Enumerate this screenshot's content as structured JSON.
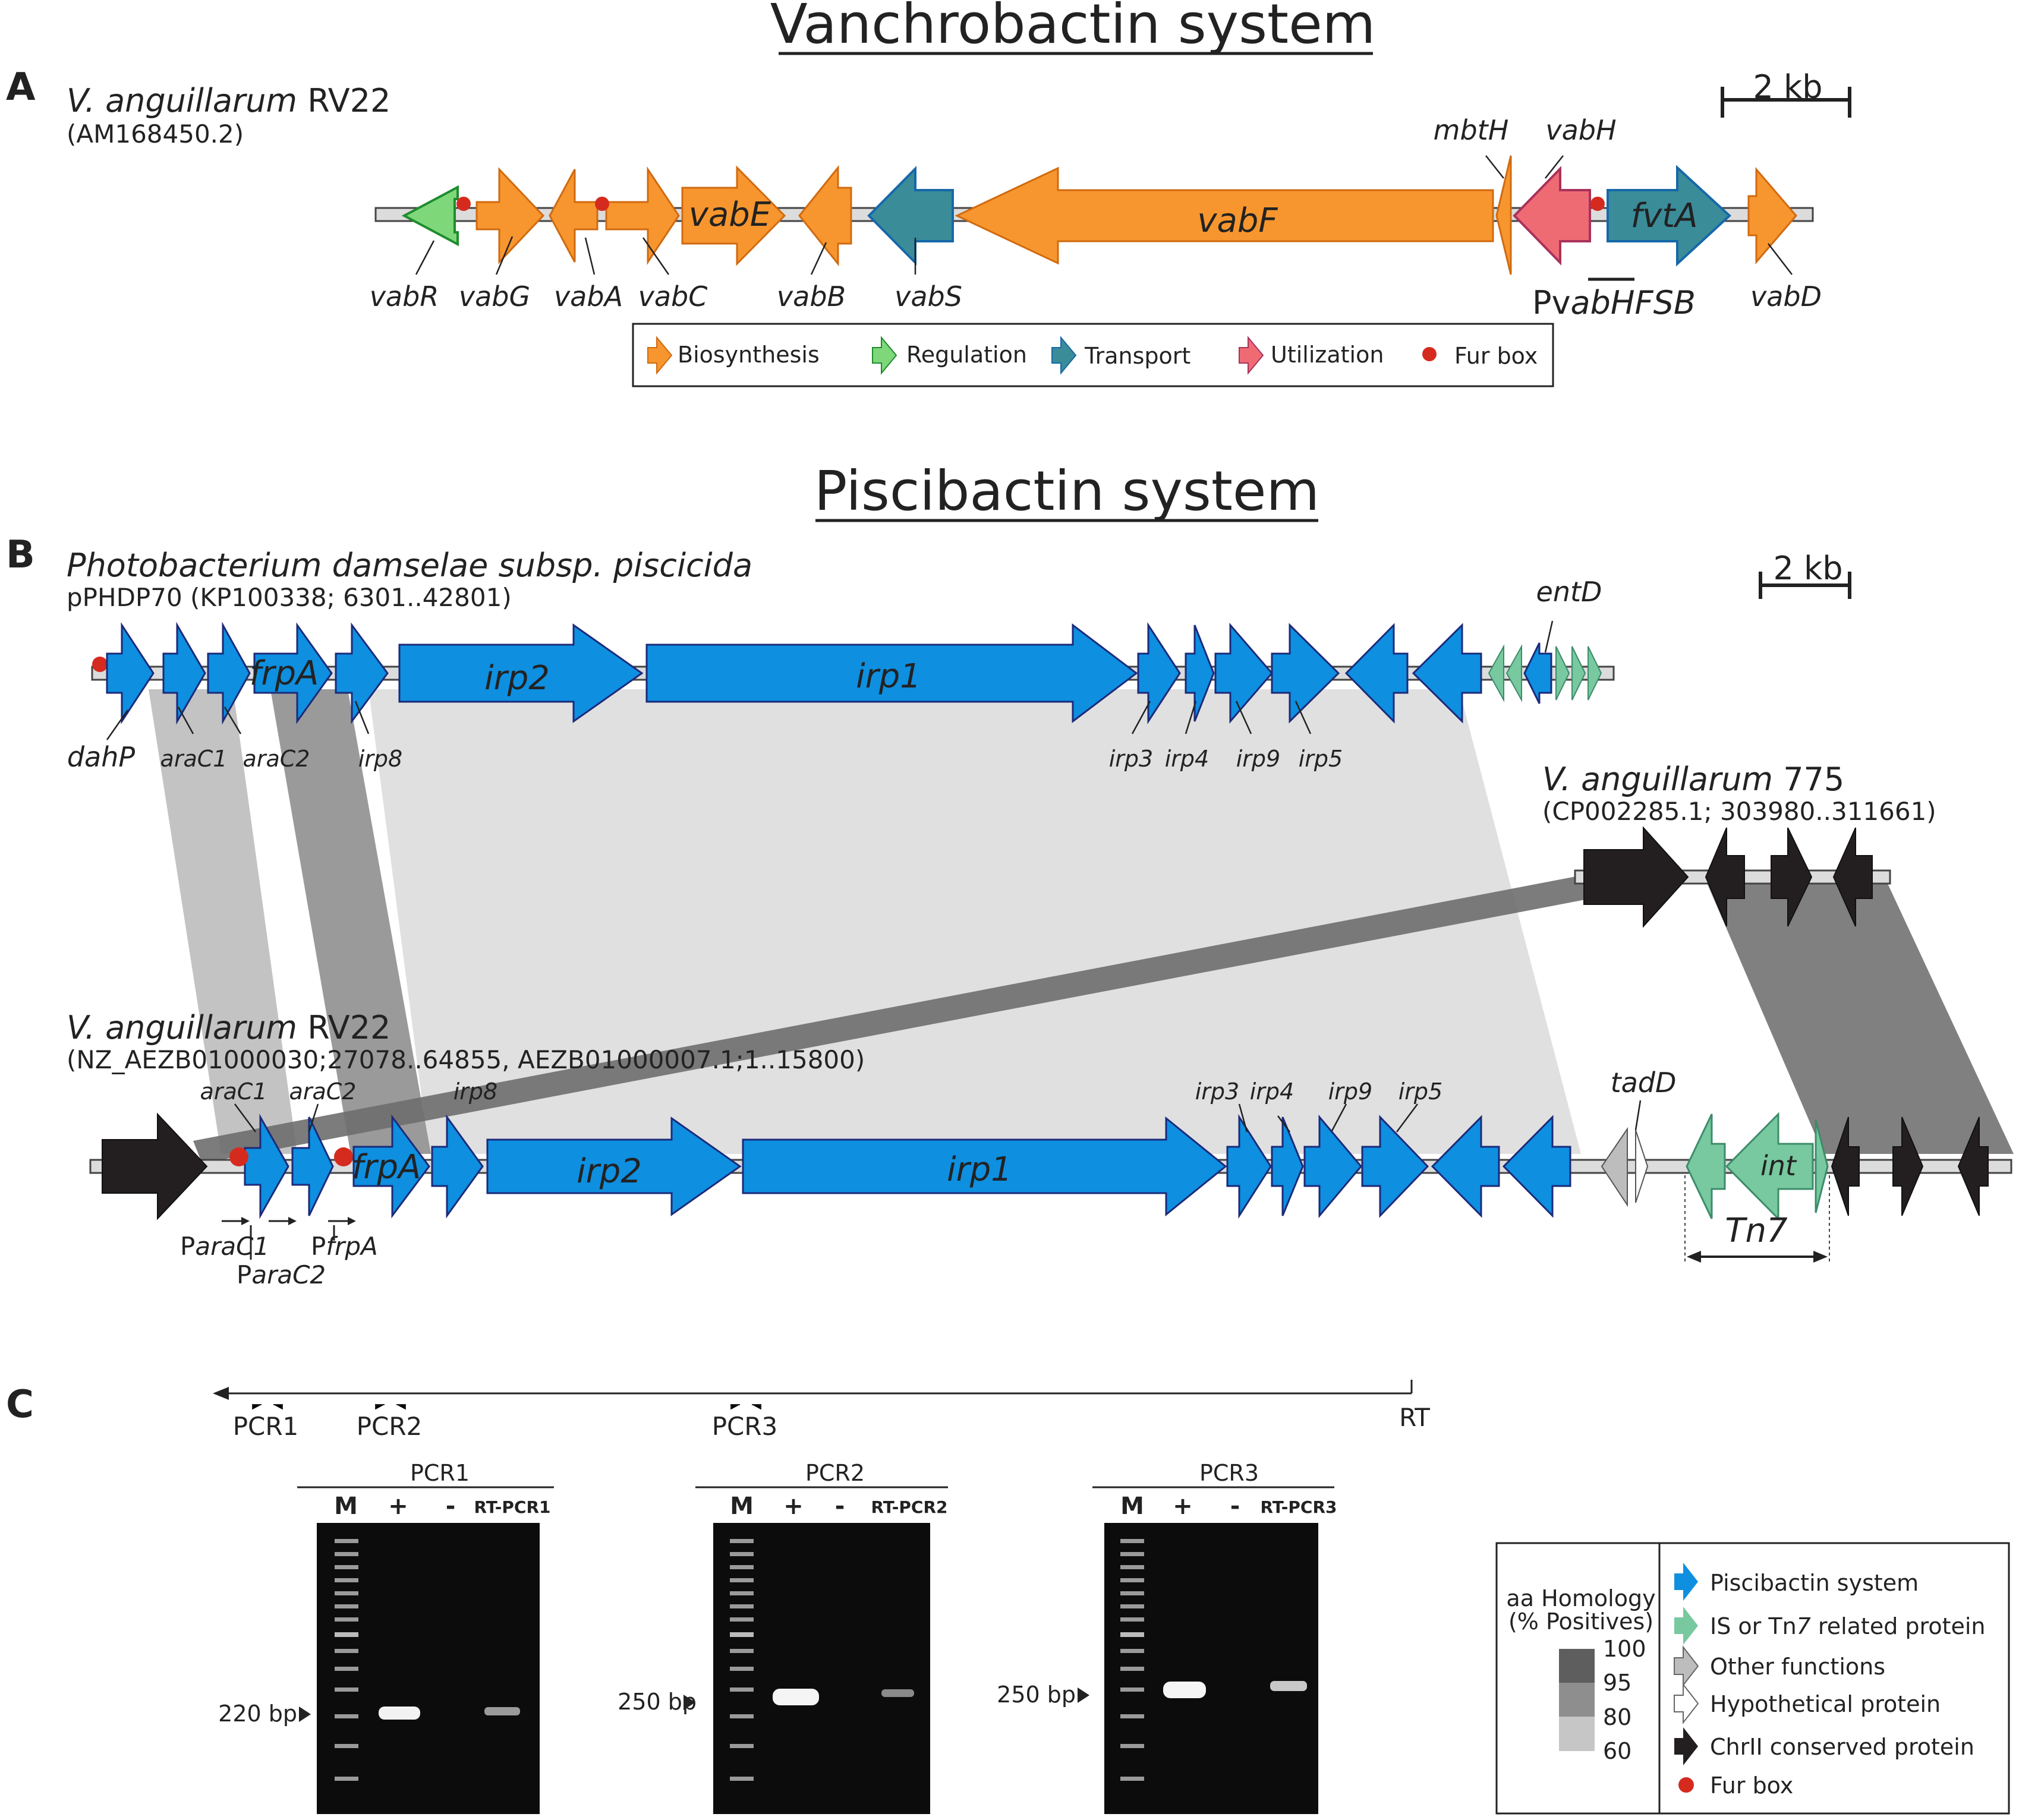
{
  "panel_a": {
    "label": "A",
    "title": "Vanchrobactin system",
    "organism_italic": "V. anguillarum",
    "organism_strain": " RV22",
    "accession": "(AM168450.2)",
    "scale": "2 kb",
    "genes": [
      "vabR",
      "vabG",
      "vabA",
      "vabC",
      "vabE",
      "vabB",
      "vabS",
      "vabF",
      "mbtH",
      "vabH",
      "fvtA",
      "vabD"
    ],
    "promoter_prefix": "Pv",
    "promoter_suffix": "abHFSB",
    "legend": [
      "Biosynthesis",
      "Regulation",
      "Transport",
      "Utilization",
      "Fur box"
    ],
    "colors": {
      "biosynthesis": "#F7962E",
      "regulation": "#7ED87A",
      "transport": "#3B8C99",
      "utilization": "#EF6B73",
      "furbox": "#D52B1E"
    }
  },
  "panel_b": {
    "label": "B",
    "title": "Piscibactin system",
    "pd_organism": "Photobacterium damselae subsp. piscicida",
    "pd_accession": "pPHDP70 (KP100338; 6301..42801)",
    "pd_scale": "2 kb",
    "pd_genes": {
      "dahP": "dahP",
      "araC1": "araC1",
      "araC2": "araC2",
      "frpA": "frpA",
      "irp8": "irp8",
      "irp2": "irp2",
      "irp1": "irp1",
      "irp3": "irp3",
      "irp4": "irp4",
      "irp9": "irp9",
      "irp5": "irp5",
      "entD": "entD"
    },
    "v775_italic": "V. anguillarum",
    "v775_strain": " 775",
    "v775_accession": "(CP002285.1; 303980..311661)",
    "rv22_italic": "V. anguillarum",
    "rv22_strain": " RV22",
    "rv22_accession": "(NZ_AEZB01000030;27078..64855, AEZB01000007.1;1..15800)",
    "rv22_genes": {
      "araC1": "araC1",
      "araC2": "araC2",
      "irp8": "irp8",
      "frpA": "frpA",
      "irp2": "irp2",
      "irp1": "irp1",
      "irp3": "irp3",
      "irp4": "irp4",
      "irp9": "irp9",
      "irp5": "irp5",
      "tadD": "tadD",
      "int": "int",
      "tn7": "Tn7"
    },
    "promoters": [
      {
        "p": "P",
        "name": "araC1"
      },
      {
        "p": "P",
        "name": "araC2"
      },
      {
        "p": "P",
        "name": "frpA"
      }
    ],
    "colors": {
      "piscibactin": "#0E8FE0",
      "tn7": "#78C8A0",
      "other": "#BDBDBD",
      "chrII": "#231F20"
    }
  },
  "panel_c": {
    "label": "C",
    "rt_label": "RT",
    "pcr_labels": [
      "PCR1",
      "PCR2",
      "PCR3"
    ],
    "gels": [
      {
        "title": "PCR1",
        "lanes": [
          "M",
          "+",
          "-",
          "RT-PCR1"
        ],
        "size": "220 bp"
      },
      {
        "title": "PCR2",
        "lanes": [
          "M",
          "+",
          "-",
          "RT-PCR2"
        ],
        "size": "250 bp"
      },
      {
        "title": "PCR3",
        "lanes": [
          "M",
          "+",
          "-",
          "RT-PCR3"
        ],
        "size": "250 bp"
      }
    ]
  },
  "legend_b": {
    "homology_title_1": "aa Homology",
    "homology_title_2": "(% Positives)",
    "scale_values": [
      "100",
      "95",
      "80",
      "60"
    ],
    "items": [
      {
        "pre": "Piscibactin system",
        "ital": "",
        "post": ""
      },
      {
        "pre": "IS or Tn",
        "ital": "7",
        "post": " related protein"
      },
      {
        "pre": "Other functions",
        "ital": "",
        "post": ""
      },
      {
        "pre": "Hypothetical protein",
        "ital": "",
        "post": ""
      },
      {
        "pre": "ChrII conserved protein",
        "ital": "",
        "post": ""
      },
      {
        "pre": "Fur box",
        "ital": "",
        "post": ""
      }
    ]
  }
}
